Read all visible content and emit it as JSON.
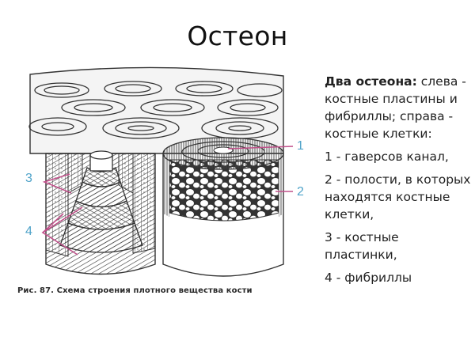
{
  "slide": {
    "title": "Остеон"
  },
  "diagram": {
    "caption": "Рис. 87. Схема строения плотного вещества кости",
    "labels": [
      {
        "id": "1",
        "text": "1"
      },
      {
        "id": "2",
        "text": "2"
      },
      {
        "id": "3",
        "text": "3"
      },
      {
        "id": "4",
        "text": "4"
      }
    ],
    "colors": {
      "label_text": "#4fa3c9",
      "leader_line": "#c0508a",
      "ink": "#2b2b2b"
    }
  },
  "description": {
    "intro_bold": "Два остеона:",
    "intro_rest": " слева - костные пластины и фибриллы; справа - костные клетки:",
    "items": [
      "1 - гаверсов канал,",
      "2 - полости, в которых находятся костные клетки,",
      "3 - костные пластинки,",
      "4 - фибриллы"
    ]
  }
}
